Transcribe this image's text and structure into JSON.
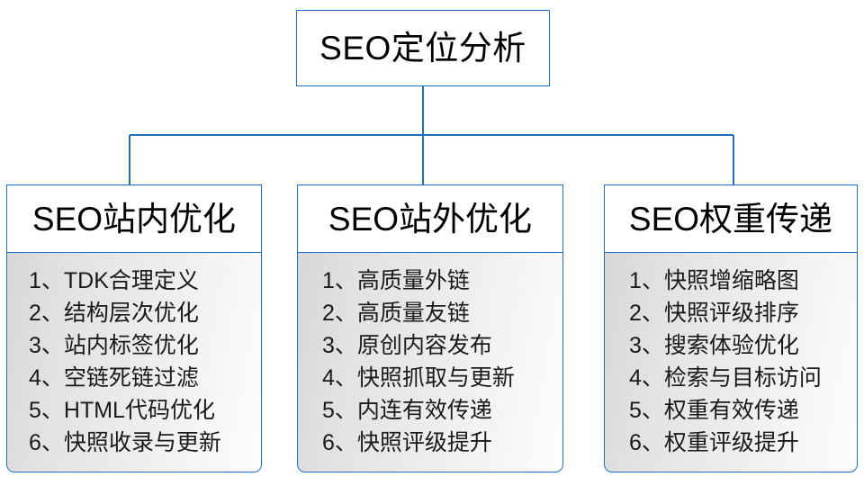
{
  "diagram": {
    "type": "org-tree",
    "root": {
      "title": "SEO定位分析"
    },
    "branches": [
      {
        "title": "SEO站内优化",
        "items": [
          "1、TDK合理定义",
          "2、结构层次优化",
          "3、站内标签优化",
          "4、空链死链过滤",
          "5、HTML代码优化",
          "6、快照收录与更新"
        ]
      },
      {
        "title": "SEO站外优化",
        "items": [
          "1、高质量外链",
          "2、高质量友链",
          "3、原创内容发布",
          "4、快照抓取与更新",
          "5、内连有效传递",
          "6、快照评级提升"
        ]
      },
      {
        "title": "SEO权重传递",
        "items": [
          "1、快照增缩略图",
          "2、快照评级排序",
          "3、搜索体验优化",
          "4、检索与目标访问",
          "5、权重有效传递",
          "6、权重评级提升"
        ]
      }
    ],
    "colors": {
      "border": "#1f6fc4",
      "connector": "#1f6fc4",
      "box_fill": "#ffffff",
      "list_fill_left": "#d7d7d7",
      "list_fill_right": "#fdfdfd",
      "text": "#000000",
      "background": "#ffffff"
    }
  }
}
